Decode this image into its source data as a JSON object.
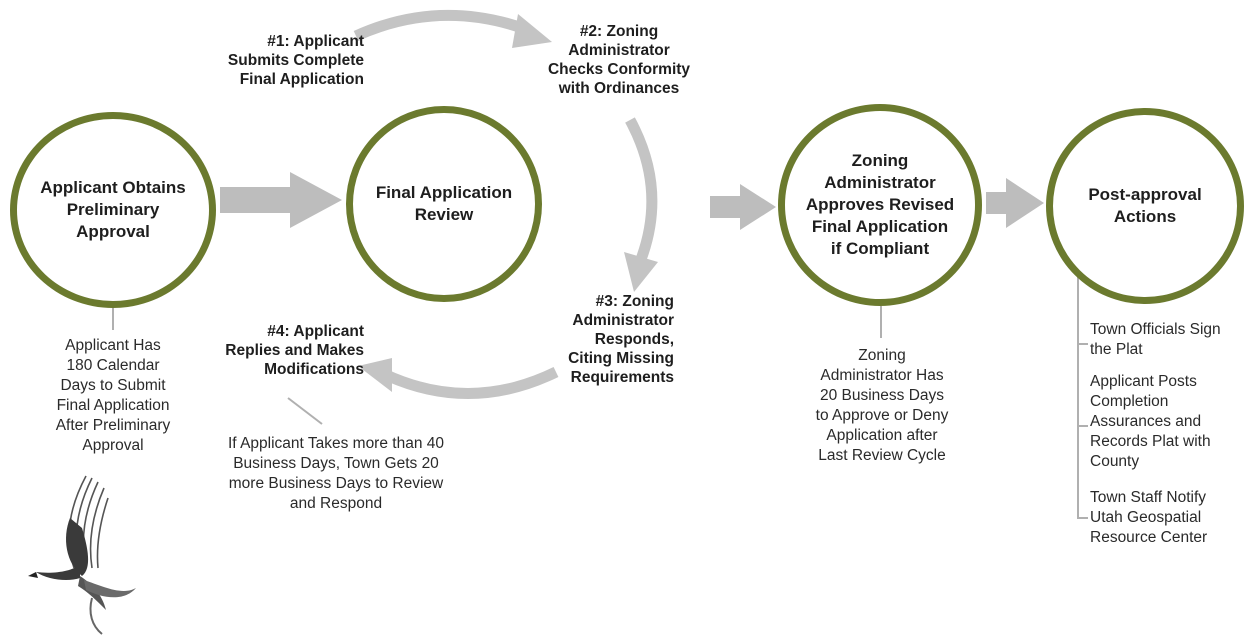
{
  "circles": {
    "preliminary": "Applicant Obtains\nPreliminary\nApproval",
    "review": "Final Application\nReview",
    "approves": "Zoning\nAdministrator\nApproves Revised\nFinal Application\nif Compliant",
    "post": "Post-approval\nActions"
  },
  "steps": {
    "step1": "#1: Applicant\nSubmits Complete\nFinal Application",
    "step2": "#2: Zoning\nAdministrator\nChecks Conformity\nwith Ordinances",
    "step3": "#3: Zoning\nAdministrator\nResponds,\nCiting Missing\nRequirements",
    "step4": "#4: Applicant\nReplies and Makes\nModifications"
  },
  "notes": {
    "applicant_days": "Applicant Has\n180 Calendar\nDays to Submit\nFinal Application\nAfter Preliminary\nApproval",
    "town_days": "If Applicant Takes more than 40\nBusiness Days, Town Gets 20\nmore Business Days to Review\nand Respond",
    "zoning_days": "Zoning\nAdministrator Has\n20 Business Days\nto Approve or Deny\nApplication after\nLast Review Cycle",
    "post_actions": [
      "Town Officials Sign\nthe Plat",
      "Applicant Posts\nCompletion\nAssurances and\nRecords Plat with\nCounty",
      "Town Staff Notify\nUtah Geospatial\nResource Center"
    ]
  },
  "colors": {
    "circle_border": "#6b7a2e",
    "arrow": "#bdbdbd",
    "connector": "#b0b0b0"
  },
  "icons": {
    "logo": "bird-logo-icon"
  }
}
